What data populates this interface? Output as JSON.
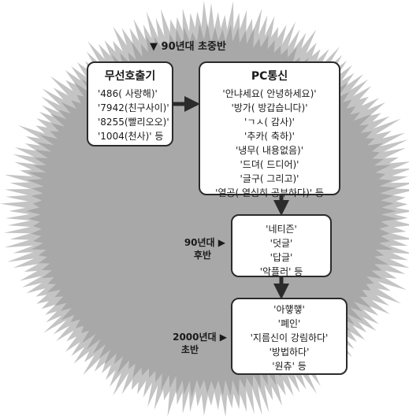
{
  "era_top": {
    "label": "90년대 초중반"
  },
  "pager_box": {
    "title": "무선호출기",
    "items": [
      "'486( 사랑해)'",
      "'7942(친구사이)'",
      "'8255(빨리오오)'",
      "'1004(천사)' 등"
    ]
  },
  "pc_box": {
    "title": "PC통신",
    "items": [
      "'안냐세요( 안녕하세요)'",
      "'방가( 방갑습니다)'",
      "'ㄱㅅ( 감사)'",
      "'추카( 축하)'",
      "'냉무( 내용없음)'",
      "'드뎌( 드디어)'",
      "'글구( 그리고)'",
      "'열공( 열심히 공부하다)' 등"
    ]
  },
  "era_late90": {
    "line1": "90년대 ▶",
    "line2": "후반"
  },
  "late90_box": {
    "items": [
      "'네티즌'",
      "'덧글'",
      "'답글'",
      "'악플러' 등"
    ]
  },
  "era_2000": {
    "line1": "2000년대 ▶",
    "line2": "초반"
  },
  "early2000_box": {
    "items": [
      "'아햏햏'",
      "'폐인'",
      "'지름신이 강림하다'",
      "'방법하다'",
      "'원츄' 등"
    ]
  },
  "colors": {
    "burst_outer": "#c4c4c4",
    "burst_inner": "#a8a8a8",
    "stroke": "#2b2b2b"
  }
}
